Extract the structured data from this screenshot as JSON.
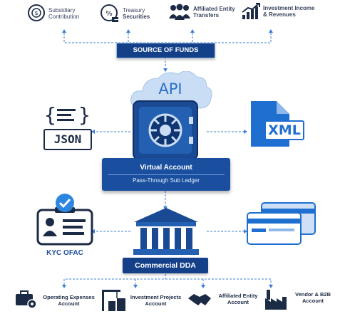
{
  "sources": [
    {
      "line1": "Subsidiary",
      "line2": "Contribution",
      "icon": "coin-target-icon"
    },
    {
      "line1": "Treasury",
      "line2": "Securities",
      "icon": "percent-coins-icon"
    },
    {
      "line1": "Affiliated Entity",
      "line2": "Transfers",
      "icon": "people-group-icon"
    },
    {
      "line1": "Investment Income",
      "line2": "& Revenues",
      "icon": "growth-chart-icon"
    }
  ],
  "source_of_funds_label": "SOURCE OF FUNDS",
  "api_label": "API",
  "json_label": "JSON",
  "xml_label": "XML",
  "virtual_account": {
    "title": "Virtual Account",
    "subtitle": "Pass-Through Sub Ledger"
  },
  "kyc_label": "KYC OFAC",
  "commercial_dda_label": "Commercial DDA",
  "accounts": [
    {
      "line1": "Operating Expenses",
      "line2": "Account",
      "icon": "briefcase-gears-icon"
    },
    {
      "line1": "Investment Projects",
      "line2": "Account",
      "icon": "crane-buildings-icon"
    },
    {
      "line1": "Affiliated Entity",
      "line2": "Account",
      "icon": "handshake-icon"
    },
    {
      "line1": "Vendor & B2B",
      "line2": "Account",
      "icon": "factory-icon"
    }
  ],
  "colors": {
    "primary": "#14408a",
    "accent": "#1f6fd1",
    "icon_dark": "#1c2b45"
  }
}
